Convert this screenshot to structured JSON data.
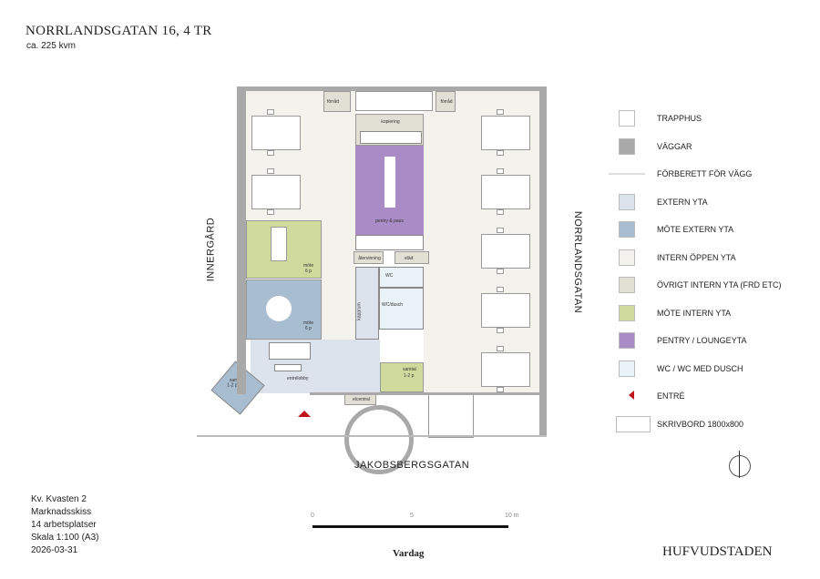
{
  "header": {
    "title": "NORRLANDSGATAN 16, 4 TR",
    "area": "ca. 225 kvm"
  },
  "streets": {
    "west": "INNERGÅRD",
    "east": "NORRLANDSGATAN",
    "south": "JAKOBSBERGSGATAN"
  },
  "rooms": {
    "storage_left": "förråd",
    "storage_right": "förråd",
    "copy": "kopiering",
    "pantry": "pentry & paus",
    "recycling": "återvinning",
    "cleaning": "städ",
    "wc": "WC",
    "wc_shower": "WC/dusch",
    "cloakroom": "kapprum",
    "meeting_green": "möte",
    "meeting_green_cap": "6 p",
    "meeting_blue": "möte",
    "meeting_blue_cap": "6 p",
    "lobby": "entrélobby",
    "talk_green": "samtal",
    "talk_green_cap": "1-2 p",
    "talk_blue": "samtal",
    "talk_blue_cap": "1-2 p",
    "electrical": "elcentral"
  },
  "legend": [
    {
      "label": "TRAPPHUS",
      "color": "#ffffff"
    },
    {
      "label": "VÄGGAR",
      "color": "#a9a9a9"
    },
    {
      "label": "FÖRBERETT FÖR VÄGG",
      "color": "#dddddd"
    },
    {
      "label": "EXTERN YTA",
      "color": "#dde3ec"
    },
    {
      "label": "MÖTE EXTERN YTA",
      "color": "#a9bdd0"
    },
    {
      "label": "INTERN ÖPPEN YTA",
      "color": "#f4f2ed"
    },
    {
      "label": "ÖVRIGT INTERN YTA (FRD ETC)",
      "color": "#e2dfd4"
    },
    {
      "label": "MÖTE INTERN YTA",
      "color": "#cfda9c"
    },
    {
      "label": "PENTRY / LOUNGEYTA",
      "color": "#a98bc6"
    },
    {
      "label": "WC / WC MED DUSCH",
      "color": "#e8f2f7"
    },
    {
      "label": "ENTRÉ",
      "color": "#c0141c"
    },
    {
      "label": "SKRIVBORD 1800x800",
      "color": "#ffffff"
    }
  ],
  "info": {
    "property": "Kv. Kvasten 2",
    "type": "Marknadsskiss",
    "workplaces": "14 arbetsplatser",
    "scale": "Skala 1:100 (A3)",
    "date": "2026-03-31"
  },
  "scalebar": {
    "t0": "0",
    "t5": "5",
    "t10": "10 m"
  },
  "brand": {
    "left": "Vardag",
    "right": "HUFVUDSTADEN"
  }
}
